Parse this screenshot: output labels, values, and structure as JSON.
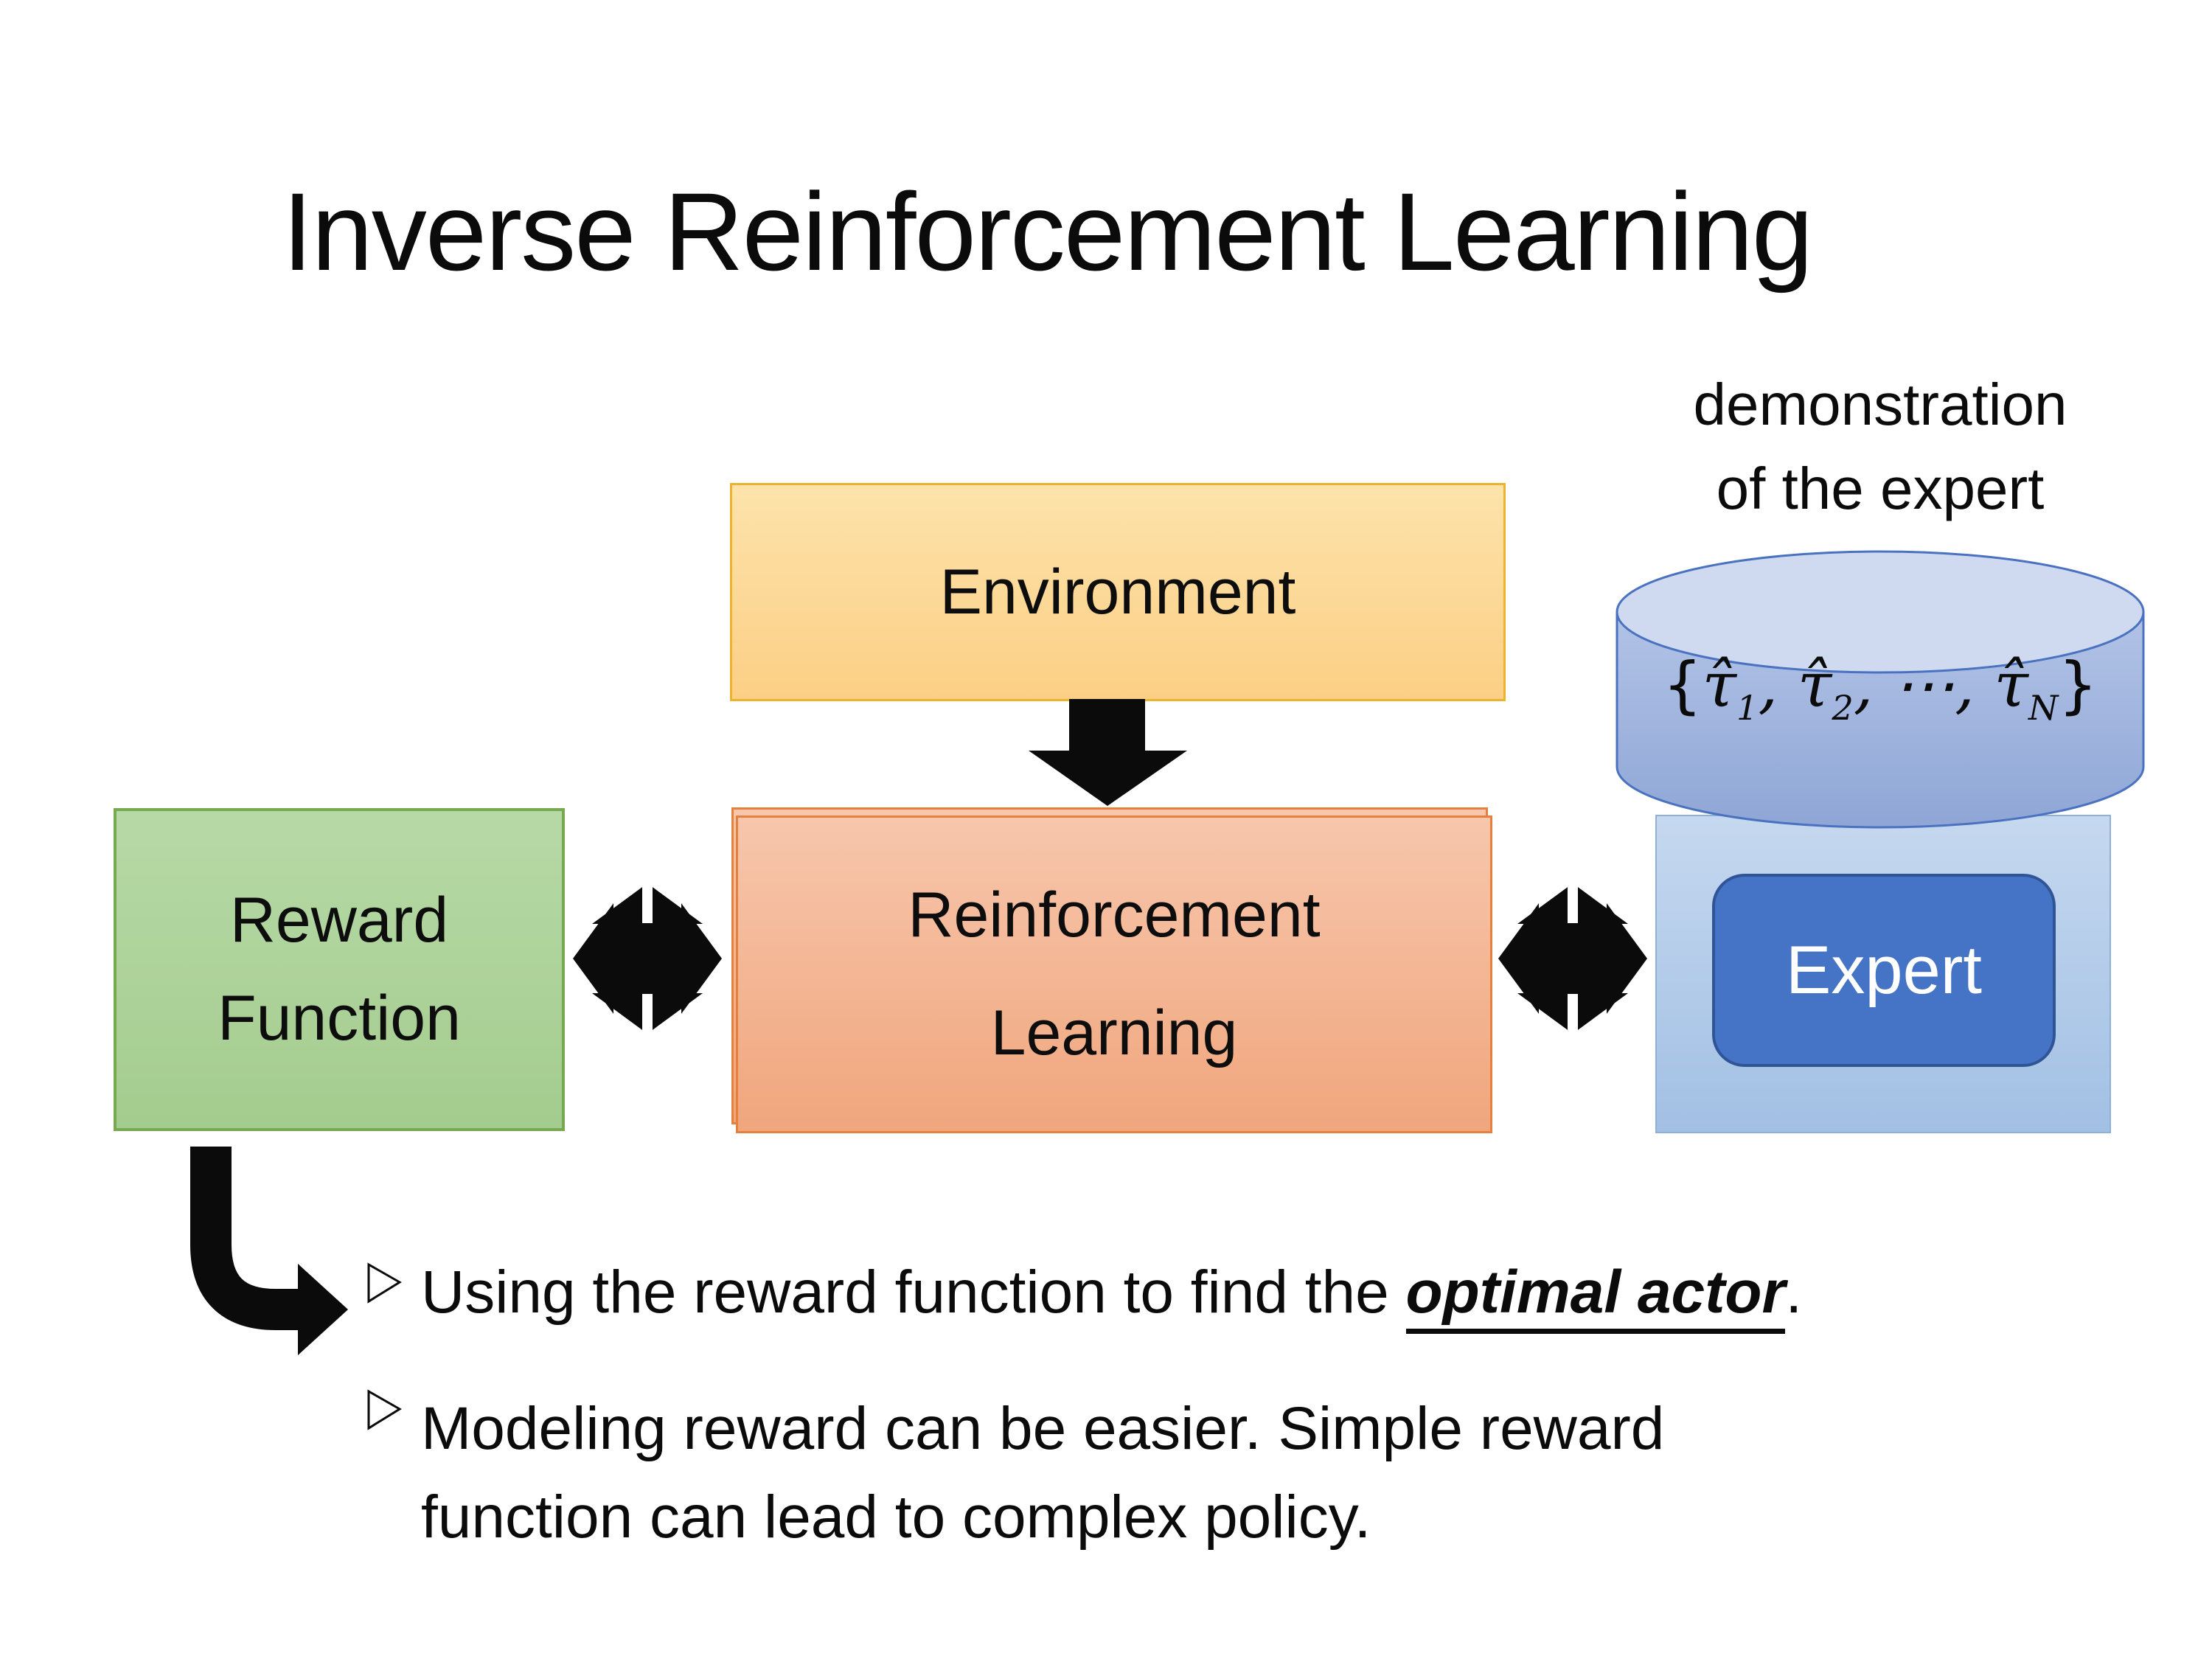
{
  "slide": {
    "title": "Inverse Reinforcement Learning",
    "background_color": "#ffffff",
    "text_color": "#0b0b0b"
  },
  "diagram": {
    "demonstration_label": {
      "line1": "demonstration",
      "line2": "of the expert"
    },
    "environment_box": {
      "label": "Environment",
      "fill_top": "#fde3ab",
      "fill_bottom": "#fccf85",
      "border_color": "#eeb32d"
    },
    "reward_box": {
      "line1": "Reward",
      "line2": "Function",
      "fill_top": "#b7d9a6",
      "fill_bottom": "#a4cc8f",
      "border_color": "#77aa50"
    },
    "rl_box": {
      "line1": "Reinforcement",
      "line2": "Learning",
      "fill_top": "#f7c6ac",
      "fill_bottom": "#f0a67d",
      "border_color": "#e5813d"
    },
    "expert_panel": {
      "fill_top": "#c5d8ef",
      "fill_bottom": "#a2c0e4",
      "border_color": "#8fb0d9"
    },
    "expert_box": {
      "label": "Expert",
      "fill": "#4573c5",
      "border_color": "#2f5597",
      "text_color": "#ffffff"
    },
    "cylinder": {
      "fill": "#9fb3dd",
      "top_fill": "#cfdaf0",
      "border_color": "#4a72c0",
      "formula": {
        "lb": "{",
        "tau": "τ̂",
        "s1": "1",
        "s2": "2",
        "sN": "N",
        "comma": ",",
        "dots": "⋯",
        "rb": "}"
      }
    },
    "arrow_color": "#0b0b0b"
  },
  "bullets": {
    "first": {
      "pre": "Using the reward function to find the ",
      "emphasis": "optimal actor",
      "post": "."
    },
    "second": {
      "line1": "Modeling reward can be easier. Simple reward",
      "line2": "function can lead to complex policy."
    }
  }
}
